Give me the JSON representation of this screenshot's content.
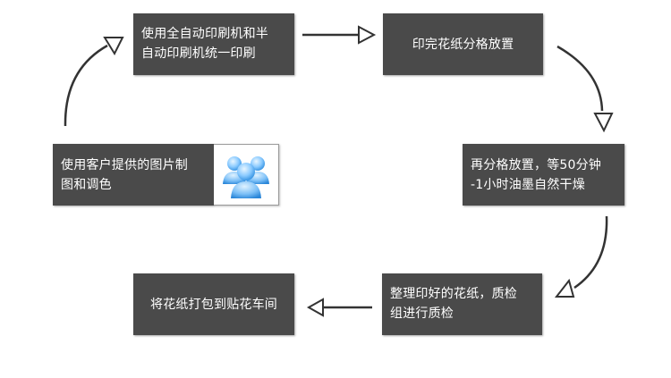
{
  "steps": [
    {
      "id": "step0",
      "text_lines": [
        "使用客户提供的图片制",
        "图和调色"
      ],
      "icon": "users-group-icon"
    },
    {
      "id": "step1",
      "text_lines": [
        "使用全自动印刷机和半",
        "自动印刷机统一印刷"
      ]
    },
    {
      "id": "step2",
      "text_lines": [
        "印完花纸分格放置"
      ]
    },
    {
      "id": "step3",
      "text_lines": [
        "再分格放置，等50分钟",
        "-1小时油墨自然干燥"
      ]
    },
    {
      "id": "step4",
      "text_lines": [
        "整理印好的花纸，质检",
        "组进行质检"
      ]
    },
    {
      "id": "step5",
      "text_lines": [
        "将花纸打包到贴花车间"
      ]
    }
  ],
  "colors": {
    "box": "#4a4a4a",
    "text": "#ffffff",
    "arrow": "#333333",
    "icon_light": "#bfe4ff",
    "icon_dark": "#2f8fe0"
  }
}
